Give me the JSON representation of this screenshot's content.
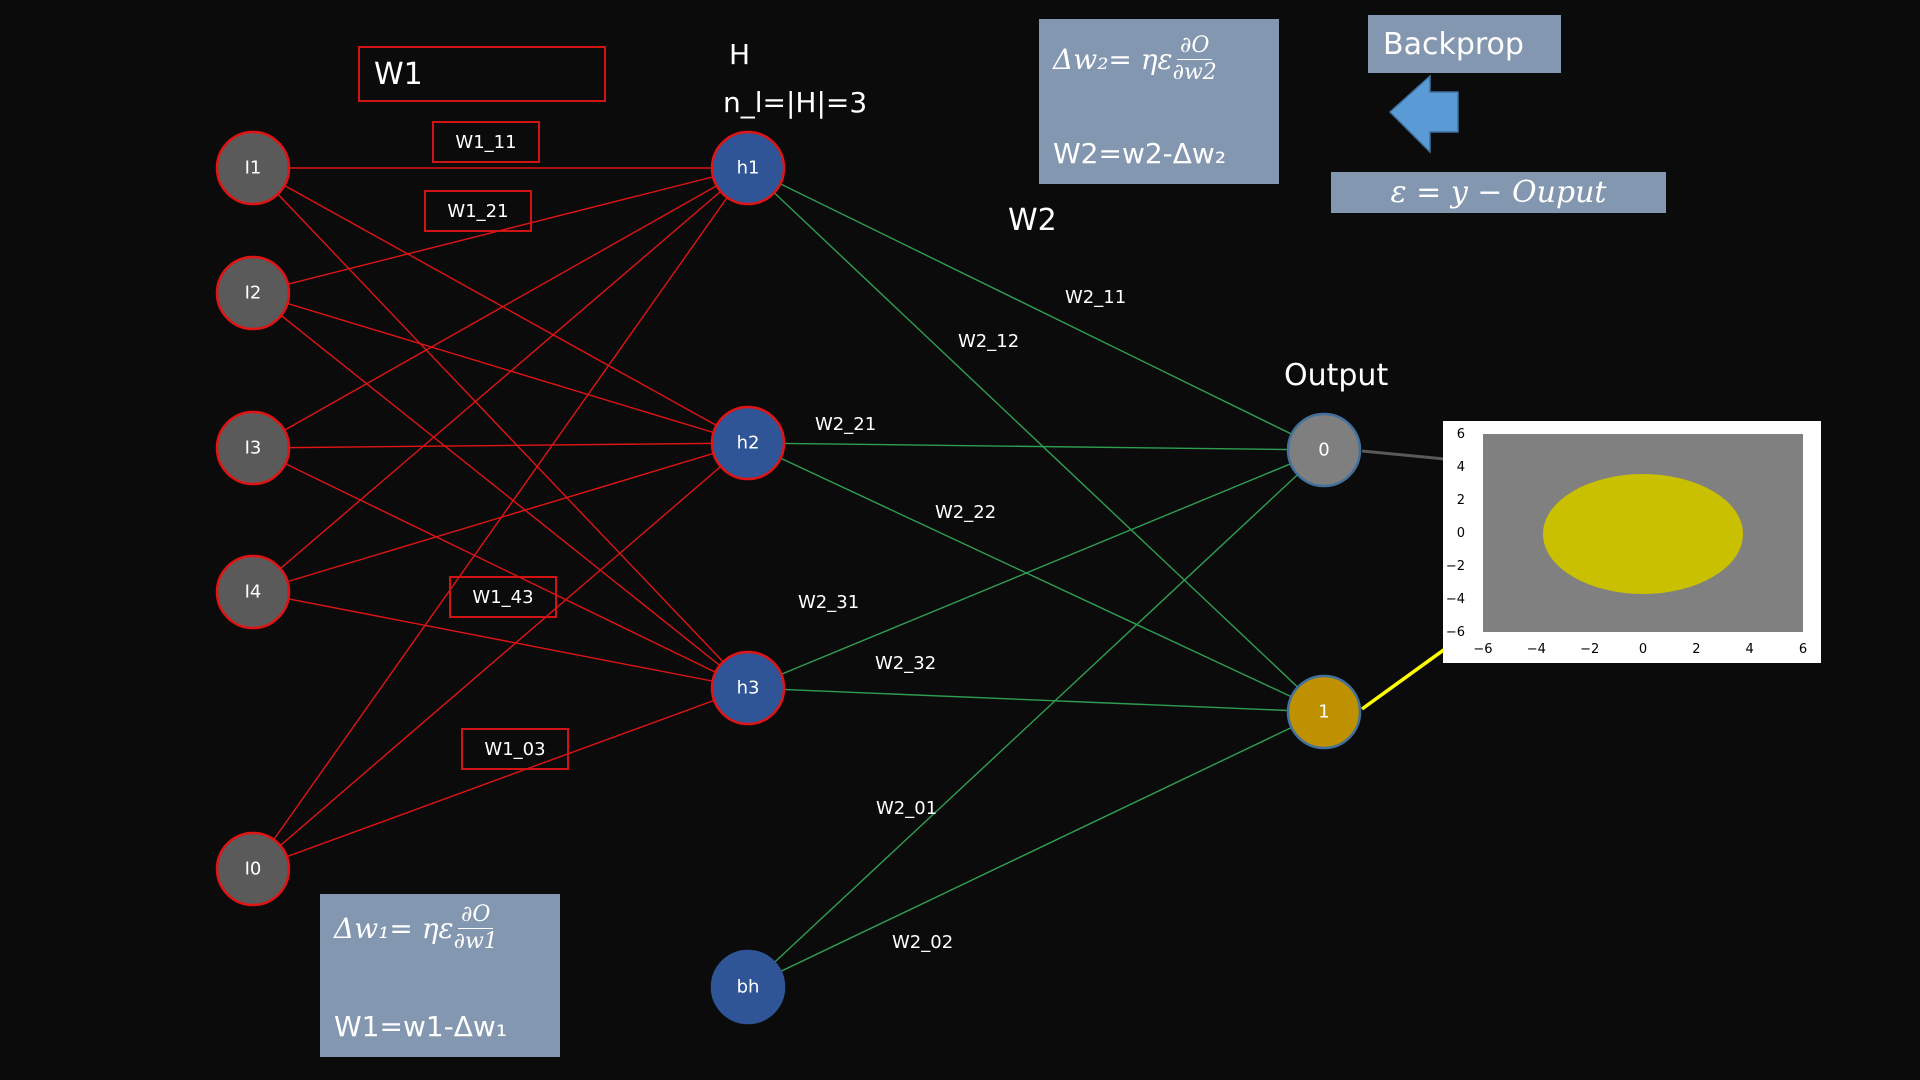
{
  "labels": {
    "w1_title": "W1",
    "h_title": "H",
    "h_count": "n_l=|H|=3",
    "w2_title": "W2",
    "output_title": "Output",
    "backprop": "Backprop"
  },
  "formula_w2": {
    "delta": "Δw₂= ηε",
    "num": "∂O",
    "den": "∂w2",
    "update": "W2=w2-Δw₂"
  },
  "formula_w1": {
    "delta": "Δw₁= ηε",
    "num": "∂O",
    "den": "∂w1",
    "update": "W1=w1-Δw₁"
  },
  "error_formula": "ε = y − Ouput",
  "w1_boxes": [
    "W1_11",
    "W1_21",
    "W1_43",
    "W1_03"
  ],
  "nodes": {
    "inputs": [
      "I1",
      "I2",
      "I3",
      "I4",
      "I0"
    ],
    "hidden": [
      "h1",
      "h2",
      "h3",
      "bh"
    ],
    "outputs": [
      "0",
      "1"
    ]
  },
  "w2_labels": [
    "W2_11",
    "W2_12",
    "W2_21",
    "W2_22",
    "W2_31",
    "W2_32",
    "W2_01",
    "W2_02"
  ],
  "colors": {
    "input_fill": "#5a5a5a",
    "input_stroke": "#e01414",
    "hidden_fill": "#2f5597",
    "hidden_stroke": "#e01414",
    "bias_stroke": "#2f5597",
    "out0_fill": "#7f7f7f",
    "out1_fill": "#bf9000",
    "w1_edge": "#e01414",
    "w2_edge": "#2f9e52",
    "panel": "#8497b0",
    "arrow_blue": "#5b9bd5",
    "plot_bg": "#808080",
    "plot_blob": "#c8c000",
    "arrow_out1": "#ffff00"
  },
  "icons": {
    "backprop_arrow": "left-arrow-icon"
  },
  "chart_data": {
    "type": "scatter",
    "x_ticks": [
      "−6",
      "−4",
      "−2",
      "0",
      "2",
      "4",
      "6"
    ],
    "y_ticks": [
      "6",
      "4",
      "2",
      "0",
      "−2",
      "−4",
      "−6"
    ],
    "xlim": [
      -6,
      6
    ],
    "ylim": [
      -6,
      6
    ],
    "series": [
      {
        "class": "0",
        "color": "#808080"
      },
      {
        "class": "1",
        "color": "#c8c000"
      }
    ]
  }
}
